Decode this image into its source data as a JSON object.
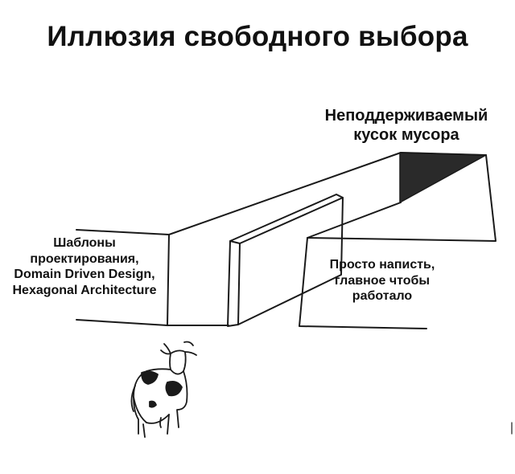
{
  "title": "Иллюзия свободного выбора",
  "labels": {
    "garbage": "Неподдерживаемый\nкусок мусора",
    "patterns": "Шаблоны\nпроектирования,\nDomain Driven Design,\nHexagonal Architecture",
    "just_write": "Просто написть,\nглавное чтобы\nработало"
  }
}
